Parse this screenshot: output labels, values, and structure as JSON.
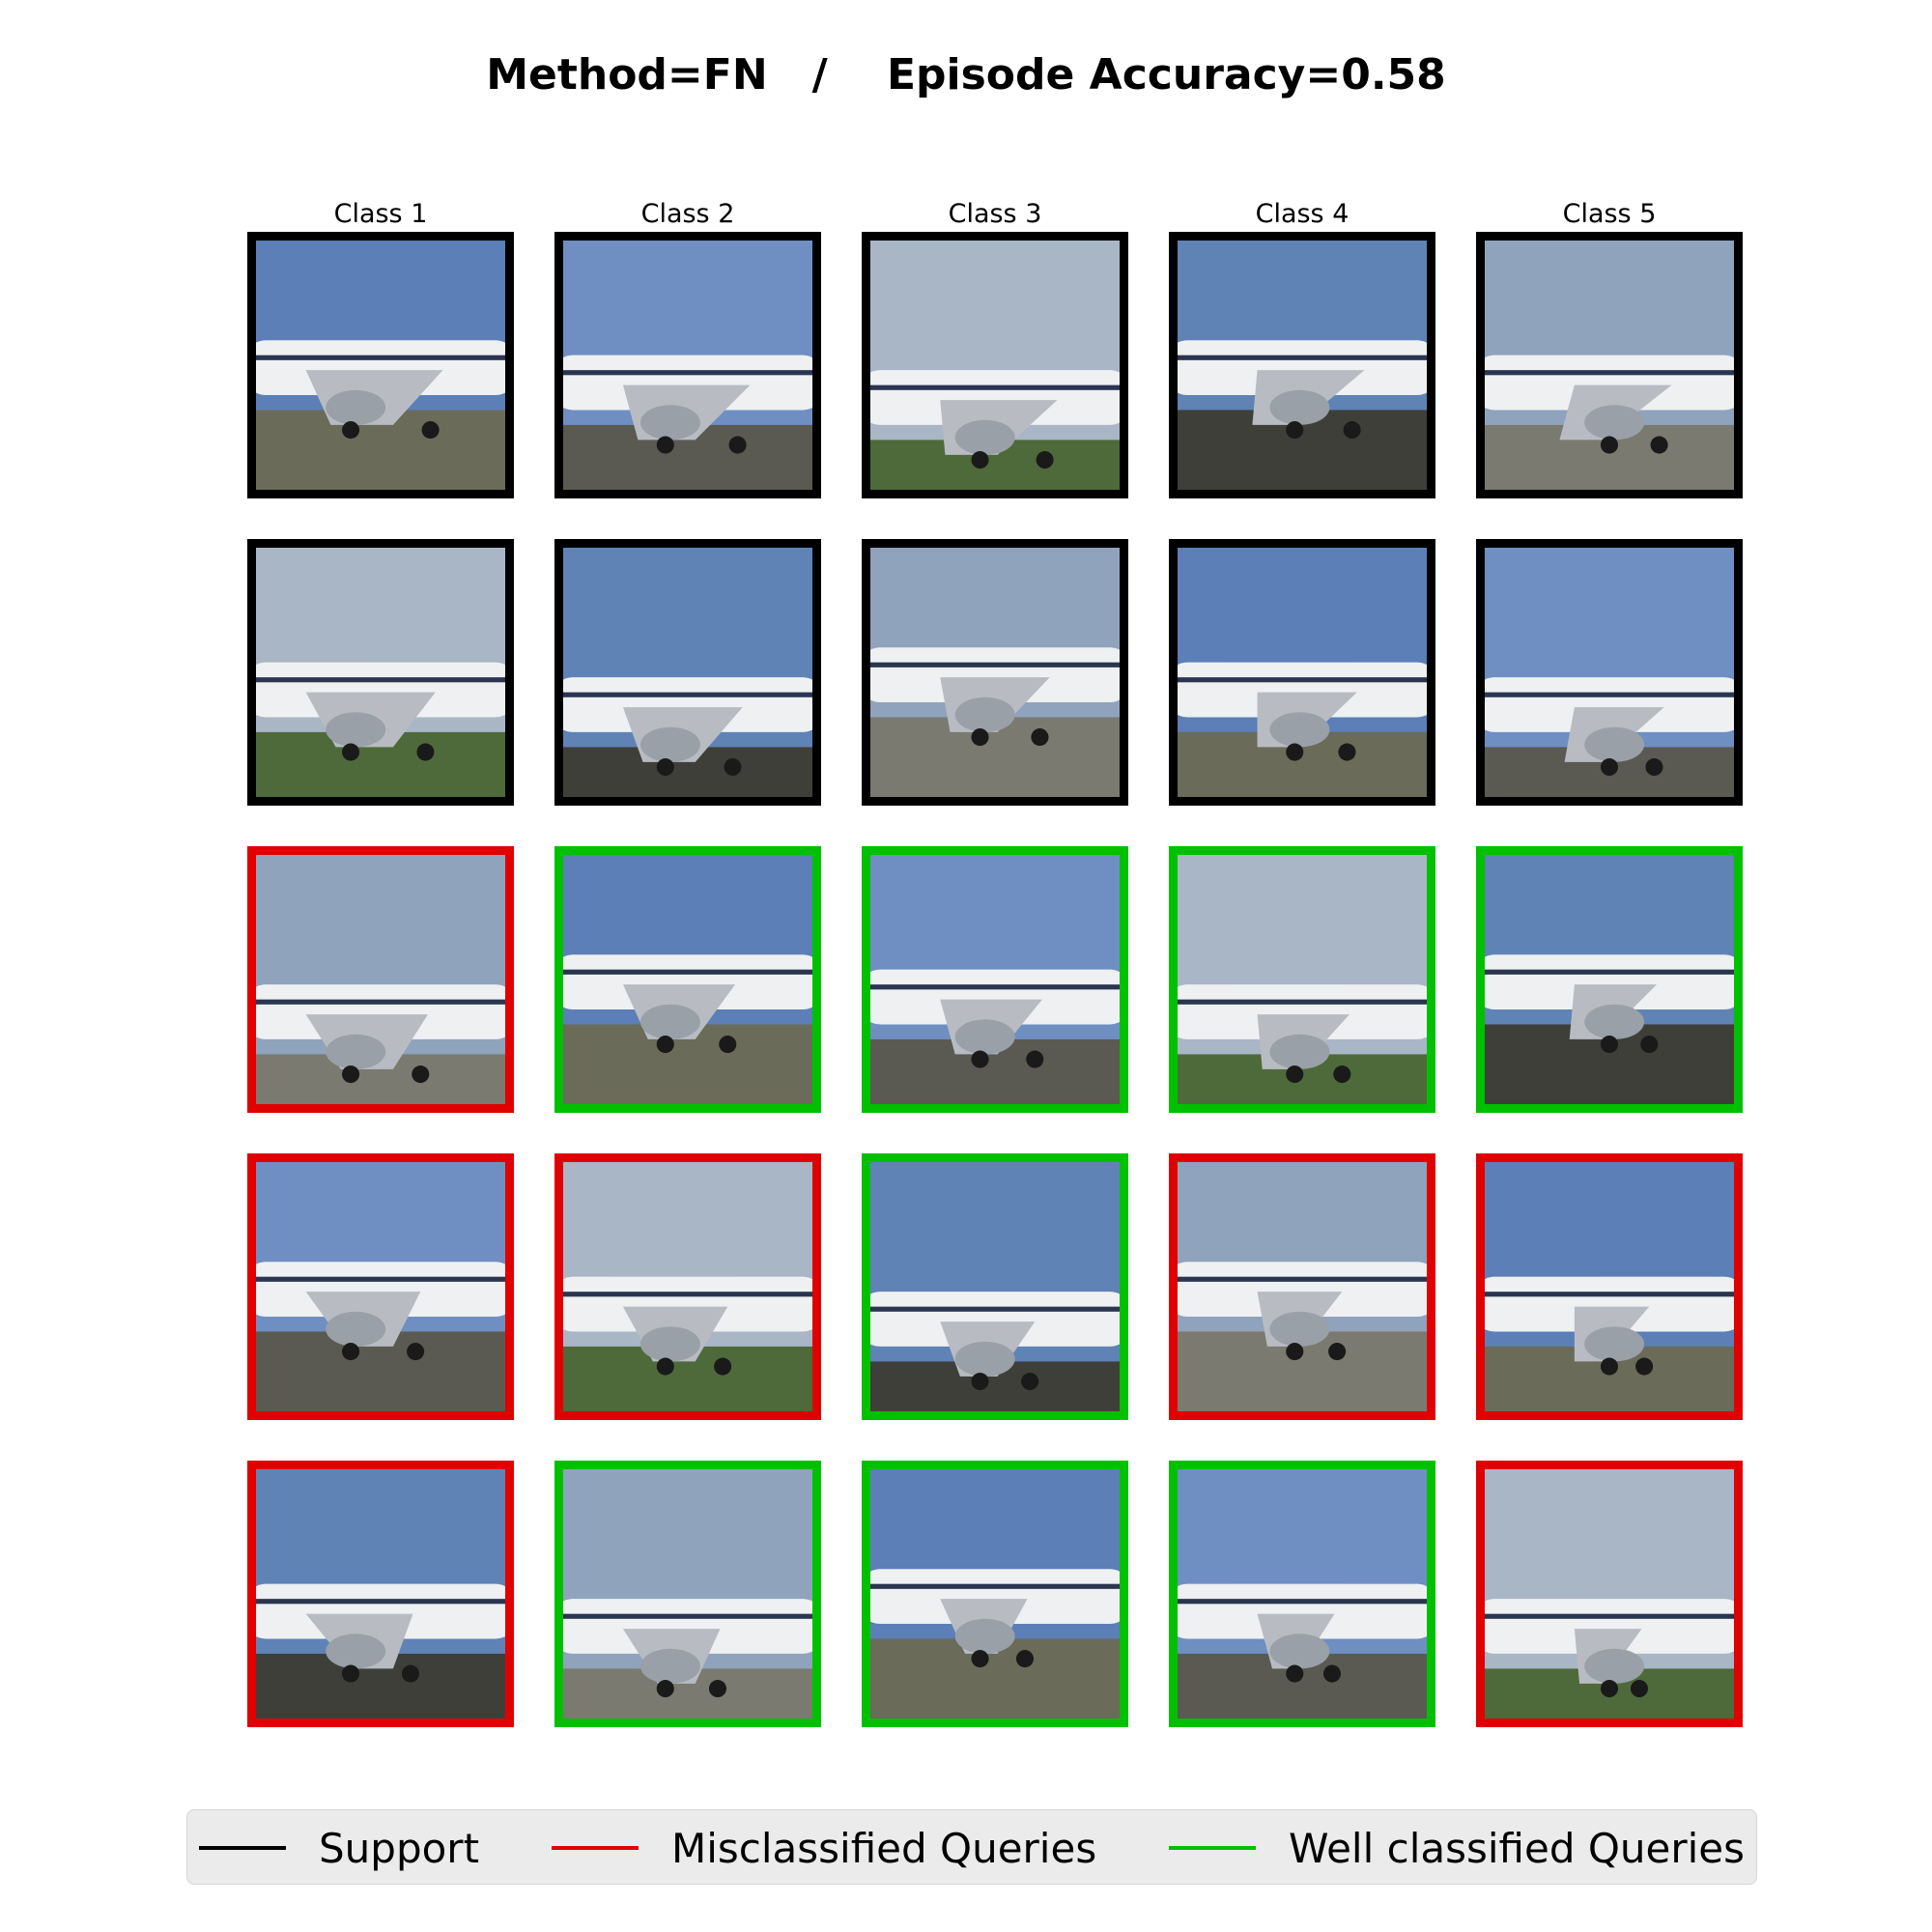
{
  "title": "Method=FN   /    Episode Accuracy=0.58",
  "colors": {
    "support": "#000000",
    "misclassified": "#e00000",
    "well_classified": "#00c000"
  },
  "class_labels": [
    "Class 1",
    "Class 2",
    "Class 3",
    "Class 4",
    "Class 5"
  ],
  "grid": [
    [
      "support",
      "support",
      "support",
      "support",
      "support"
    ],
    [
      "support",
      "support",
      "support",
      "support",
      "support"
    ],
    [
      "misclassified",
      "well_classified",
      "well_classified",
      "well_classified",
      "well_classified"
    ],
    [
      "misclassified",
      "misclassified",
      "well_classified",
      "misclassified",
      "misclassified"
    ],
    [
      "misclassified",
      "well_classified",
      "well_classified",
      "well_classified",
      "misclassified"
    ]
  ],
  "image_subjects": [
    [
      "aircraft-image",
      "aircraft-image",
      "aircraft-image",
      "aircraft-image",
      "aircraft-image"
    ],
    [
      "aircraft-image",
      "aircraft-image",
      "aircraft-image",
      "aircraft-image",
      "aircraft-image"
    ],
    [
      "aircraft-image",
      "aircraft-image",
      "aircraft-image",
      "aircraft-image",
      "aircraft-image"
    ],
    [
      "aircraft-image",
      "aircraft-image",
      "aircraft-image",
      "aircraft-image",
      "aircraft-image"
    ],
    [
      "aircraft-image",
      "aircraft-image",
      "aircraft-image",
      "aircraft-image",
      "aircraft-image"
    ]
  ],
  "legend": {
    "support": "Support",
    "misclassified": "Misclassified Queries",
    "well_classified": "Well classified Queries"
  }
}
